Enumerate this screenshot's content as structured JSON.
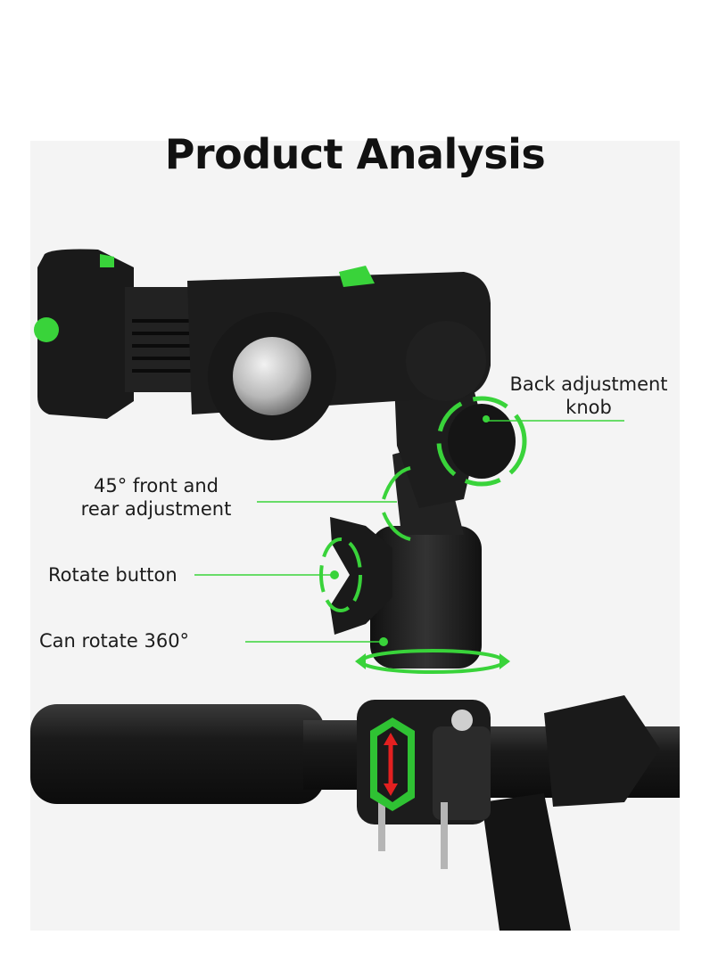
{
  "page": {
    "title": "Product Analysis",
    "colors": {
      "accent": "#39d33a",
      "background": "#f4f4f4",
      "product": "#1c1c1c",
      "arrow_red": "#e32020"
    }
  },
  "callouts": [
    {
      "id": "back-knob",
      "lines": [
        "Back adjustment",
        "knob"
      ],
      "icon": "rotate-arrows-icon"
    },
    {
      "id": "front-rear",
      "lines": [
        "45° front and",
        "rear adjustment"
      ],
      "icon": "curved-arrows-icon"
    },
    {
      "id": "rotate-button",
      "lines": [
        "Rotate button"
      ],
      "icon": "rotate-arrows-icon"
    },
    {
      "id": "rotate-360",
      "lines": [
        "Can rotate 360°"
      ],
      "icon": "circular-arrow-icon"
    }
  ]
}
